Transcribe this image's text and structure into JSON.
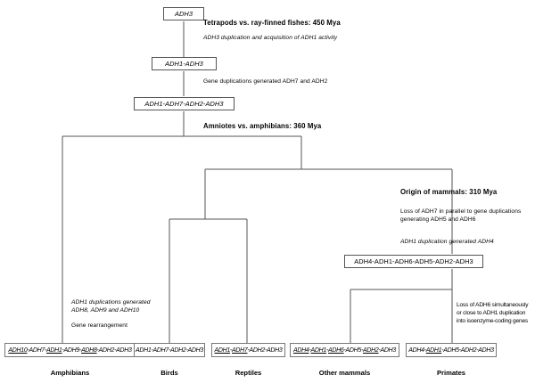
{
  "figure": {
    "type": "phylogenetic-tree",
    "title_visible": false
  },
  "nodes": [
    {
      "id": "root",
      "label": "ADH3"
    },
    {
      "id": "n1",
      "label": "ADH1-ADH3"
    },
    {
      "id": "n2",
      "label": "ADH1-ADH7-ADH2-ADH3"
    },
    {
      "id": "n3",
      "label": "ADH4-ADH1-ADH6-ADH5-ADH2-ADH3"
    }
  ],
  "events": [
    {
      "id": "e1",
      "text": "Tetrapods vs. ray-finned fishes: 450 Mya"
    },
    {
      "id": "e2",
      "text": "Amniotes vs. amphibians: 360 Mya"
    },
    {
      "id": "e3",
      "text": "Origin of mammals: 310 Mya"
    }
  ],
  "annotations": [
    {
      "id": "a1",
      "lines": [
        "ADH3 duplication and acquisition of ADH1 activity"
      ]
    },
    {
      "id": "a2",
      "lines": [
        "Gene duplications generated ADH7 and ADH2"
      ]
    },
    {
      "id": "a3",
      "lines": [
        "Loss of ADH7 in parallel to gene duplications",
        "generating ADH5 and ADH6"
      ]
    },
    {
      "id": "a4",
      "lines": [
        "ADH1 duplication generated ADH4"
      ]
    },
    {
      "id": "a5",
      "lines": [
        "ADH1 duplications generated",
        "ADH8, ADH9 and ADH10"
      ]
    },
    {
      "id": "a6",
      "lines": [
        "Gene rearrangement"
      ]
    },
    {
      "id": "a7",
      "lines": [
        "Loss of ADH6 simultaneously",
        "or close to ADH1 duplication",
        "into isoenzyme-coding genes"
      ]
    }
  ],
  "leaves": [
    {
      "id": "amphibians",
      "taxon": "Amphibians",
      "genes": [
        {
          "name": "ADH10",
          "underlined": true
        },
        {
          "name": "ADH7",
          "underlined": false
        },
        {
          "name": "ADH1",
          "underlined": true
        },
        {
          "name": "ADH9",
          "underlined": false
        },
        {
          "name": "ADH8",
          "underlined": true
        },
        {
          "name": "ADH2",
          "underlined": false
        },
        {
          "name": "ADH3",
          "underlined": false
        }
      ]
    },
    {
      "id": "birds",
      "taxon": "Birds",
      "genes": [
        {
          "name": "ADH1",
          "underlined": false
        },
        {
          "name": "ADH7",
          "underlined": false
        },
        {
          "name": "ADH2",
          "underlined": false
        },
        {
          "name": "ADH3",
          "underlined": false
        }
      ]
    },
    {
      "id": "reptiles",
      "taxon": "Reptiles",
      "genes": [
        {
          "name": "ADH1",
          "underlined": true
        },
        {
          "name": "ADH7",
          "underlined": true
        },
        {
          "name": "ADH2",
          "underlined": false
        },
        {
          "name": "ADH3",
          "underlined": false
        }
      ]
    },
    {
      "id": "other-mammals",
      "taxon": "Other mammals",
      "genes": [
        {
          "name": "ADH4",
          "underlined": true
        },
        {
          "name": "ADH1",
          "underlined": true
        },
        {
          "name": "ADH6",
          "underlined": true
        },
        {
          "name": "ADH5",
          "underlined": false
        },
        {
          "name": "ADH2",
          "underlined": true
        },
        {
          "name": "ADH3",
          "underlined": false
        }
      ]
    },
    {
      "id": "primates",
      "taxon": "Primates",
      "genes": [
        {
          "name": "ADH4",
          "underlined": false
        },
        {
          "name": "ADH1",
          "underlined": true
        },
        {
          "name": "ADH5",
          "underlined": false
        },
        {
          "name": "ADH2",
          "underlined": false
        },
        {
          "name": "ADH3",
          "underlined": false
        }
      ]
    }
  ],
  "colors": {
    "line": "#555555",
    "box_border": "#777777",
    "text": "#000000",
    "background": "#ffffff"
  }
}
